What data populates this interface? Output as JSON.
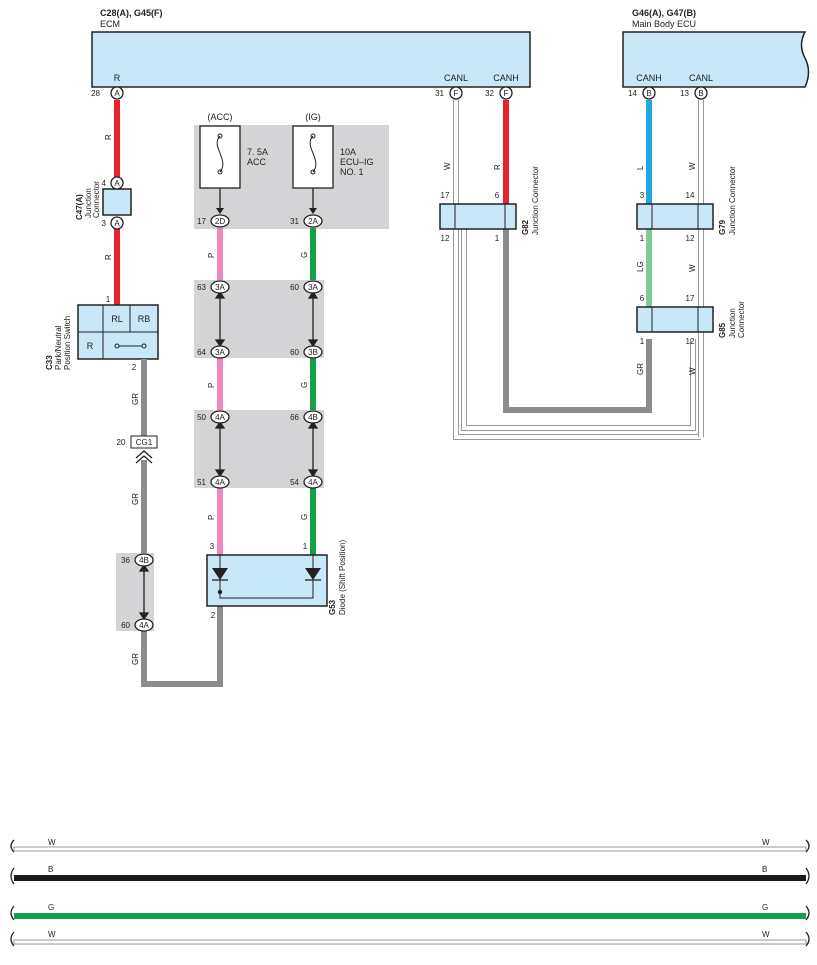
{
  "colors": {
    "R": "#e8232e",
    "P": "#ee88bb",
    "G": "#14a04a",
    "L": "#1ea9e1",
    "LG": "#7fcc95",
    "GR": "#8c8c8e",
    "B": "#1a1a1a",
    "W": "#ffffff",
    "component_fill": "#c8e7f7",
    "shade": "#d4d4d6"
  },
  "ecm": {
    "codes": "C28(A), G45(F)",
    "name": "ECM",
    "pin_r": "R",
    "pin_canl": "CANL",
    "pin_canh": "CANH"
  },
  "main_body_ecu": {
    "codes": "G46(A), G47(B)",
    "name": "Main Body ECU",
    "pin_canh": "CANH",
    "pin_canl": "CANL"
  },
  "pins": {
    "ecm_r_no": "28",
    "ecm_r_tag": "A",
    "ecm_canl_no": "31",
    "ecm_canl_tag": "F",
    "ecm_canh_no": "32",
    "ecm_canh_tag": "F",
    "mb_canh_no": "14",
    "mb_canh_tag": "B",
    "mb_canl_no": "13",
    "mb_canl_tag": "B",
    "c47_top_no": "4",
    "c47_top_tag": "A",
    "c47_bot_no": "3",
    "c47_bot_tag": "A",
    "c33_in": "1",
    "c33_out": "2",
    "fuse_acc_no": "17",
    "fuse_acc_tag": "2D",
    "fuse_ig_no": "31",
    "fuse_ig_tag": "2A",
    "p1_top_no": "63",
    "p1_top_tag": "3A",
    "p1_bot_no": "64",
    "p1_bot_tag": "3A",
    "g1_top_no": "60",
    "g1_top_tag": "3A",
    "g1_bot_no": "60",
    "g1_bot_tag": "3B",
    "p2_top_no": "50",
    "p2_top_tag": "4A",
    "p2_bot_no": "51",
    "p2_bot_tag": "4A",
    "g2_top_no": "66",
    "g2_top_tag": "4B",
    "g2_bot_no": "54",
    "g2_bot_tag": "4A",
    "cg1_no": "20",
    "cg1_tag": "CG1",
    "gr_top_no": "36",
    "gr_top_tag": "4B",
    "gr_bot_no": "60",
    "gr_bot_tag": "4A",
    "g53_p": "3",
    "g53_g": "1",
    "g53_out": "2",
    "g82_17": "17",
    "g82_6": "6",
    "g82_12": "12",
    "g82_1": "1",
    "g79_3": "3",
    "g79_14": "14",
    "g79_1": "1",
    "g79_12": "12",
    "g85_6": "6",
    "g85_17": "17",
    "g85_1": "1",
    "g85_12": "12"
  },
  "fuses": {
    "acc": {
      "group": "(ACC)",
      "rating": "7. 5A",
      "name": "ACC"
    },
    "ig": {
      "group": "(IG)",
      "rating": "10A",
      "name1": "ECU–IG",
      "name2": "NO. 1"
    }
  },
  "components": {
    "c47": {
      "code": "C47(A)",
      "name1": "Junction",
      "name2": "Connector"
    },
    "c33": {
      "code": "C33",
      "name1": "Park/Neutral",
      "name2": "Position Switch",
      "rl": "RL",
      "rb": "RB",
      "r": "R"
    },
    "g53": {
      "code": "G53",
      "name": "Diode (Shift Position)"
    },
    "g82": {
      "code": "G82",
      "name": "Junction Connector"
    },
    "g79": {
      "code": "G79",
      "name": "Junction Connector"
    },
    "g85": {
      "code": "G85",
      "name1": "Junction",
      "name2": "Connector"
    }
  },
  "wire_labels": {
    "ecm_r_top": "R",
    "c47_below": "R",
    "acc_p1": "P",
    "acc_p2": "P",
    "acc_p3": "P",
    "ig_g1": "G",
    "ig_g2": "G",
    "ig_g3": "G",
    "c33_gr1": "GR",
    "c33_gr2": "GR",
    "c33_gr3": "GR",
    "canl_w": "W",
    "canh_r": "R",
    "mb_l": "L",
    "mb_w": "W",
    "lg": "LG",
    "w_mid": "W",
    "gr_bot": "GR",
    "w_bot": "W"
  },
  "legend": [
    {
      "left": "W",
      "right": "W"
    },
    {
      "left": "B",
      "right": "B"
    },
    {
      "left": "G",
      "right": "G"
    },
    {
      "left": "W",
      "right": "W"
    }
  ]
}
